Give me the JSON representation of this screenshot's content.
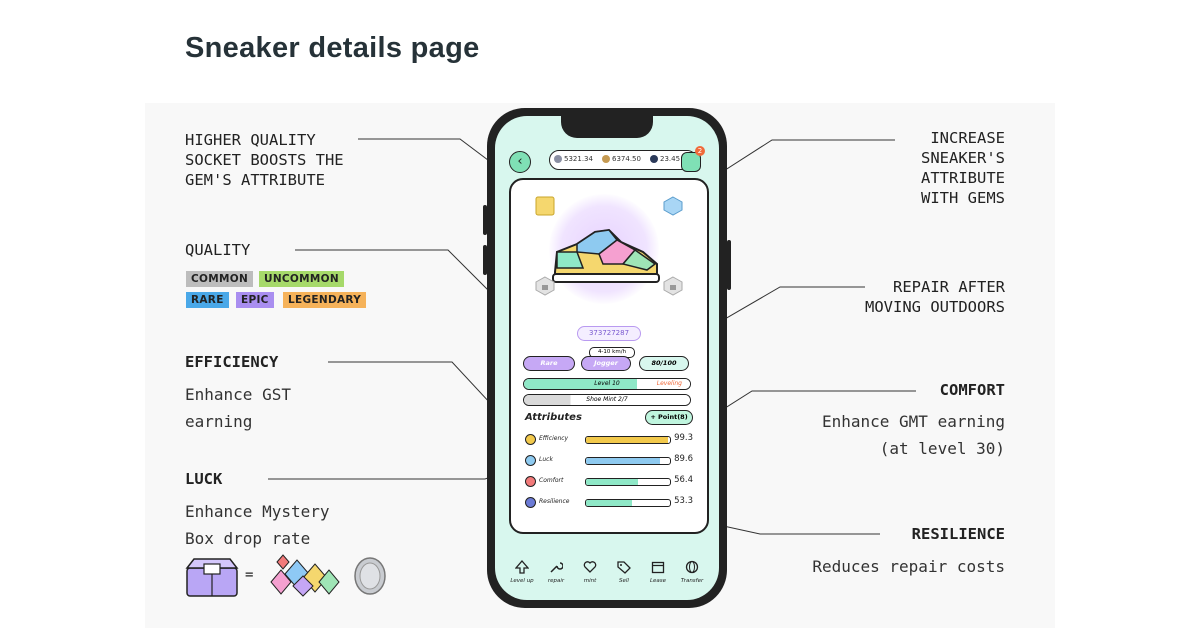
{
  "page_title": "Sneaker details page",
  "left": {
    "socket_caption": "HIGHER QUALITY\nSOCKET BOOSTS THE\nGEM'S ATTRIBUTE",
    "quality_heading": "QUALITY",
    "quality_levels": [
      {
        "label": "COMMON",
        "color": "#bdbdbd"
      },
      {
        "label": "UNCOMMON",
        "color": "#a6d96a"
      },
      {
        "label": "RARE",
        "color": "#4aa8e8"
      },
      {
        "label": "EPIC",
        "color": "#a98ef0"
      },
      {
        "label": "LEGENDARY",
        "color": "#f5b25a"
      }
    ],
    "efficiency_heading": "EFFICIENCY",
    "efficiency_desc": "Enhance GST\nearning",
    "luck_heading": "LUCK",
    "luck_desc": "Enhance Mystery\nBox drop rate",
    "equals": "="
  },
  "right": {
    "gems_caption": "INCREASE\nSNEAKER'S\nATTRIBUTE\nWITH GEMS",
    "repair_caption": "REPAIR AFTER\nMOVING OUTDOORS",
    "comfort_heading": "COMFORT",
    "comfort_desc": "Enhance GMT earning\n(at level 30)",
    "resilience_heading": "RESILIENCE",
    "resilience_desc": "Reduces repair costs"
  },
  "phone": {
    "balances": [
      "5321.34",
      "6374.50",
      "23.45"
    ],
    "gem_badge": "2",
    "sneaker_id": "373727287",
    "speed_range": "4-10 km/h",
    "tags": {
      "quality": "Rare",
      "type": "Jogger",
      "durability": "80/100"
    },
    "level_label": "Level 10",
    "leveling_label": "Leveling",
    "mint_label": "Shoe Mint 2/7",
    "attributes_title": "Attributes",
    "point_button": "+ Point(8)",
    "attributes": [
      {
        "name": "Efficiency",
        "value": "99.3",
        "fill": 0.98,
        "color": "#f2c94c"
      },
      {
        "name": "Luck",
        "value": "89.6",
        "fill": 0.88,
        "color": "#8ecaf0"
      },
      {
        "name": "Comfort",
        "value": "56.4",
        "fill": 0.62,
        "color": "#8fe8c7"
      },
      {
        "name": "Resilience",
        "value": "53.3",
        "fill": 0.55,
        "color": "#8fe8c7"
      }
    ],
    "nav": [
      "Level up",
      "repair",
      "mint",
      "Sell",
      "Lease",
      "Transfer"
    ]
  }
}
